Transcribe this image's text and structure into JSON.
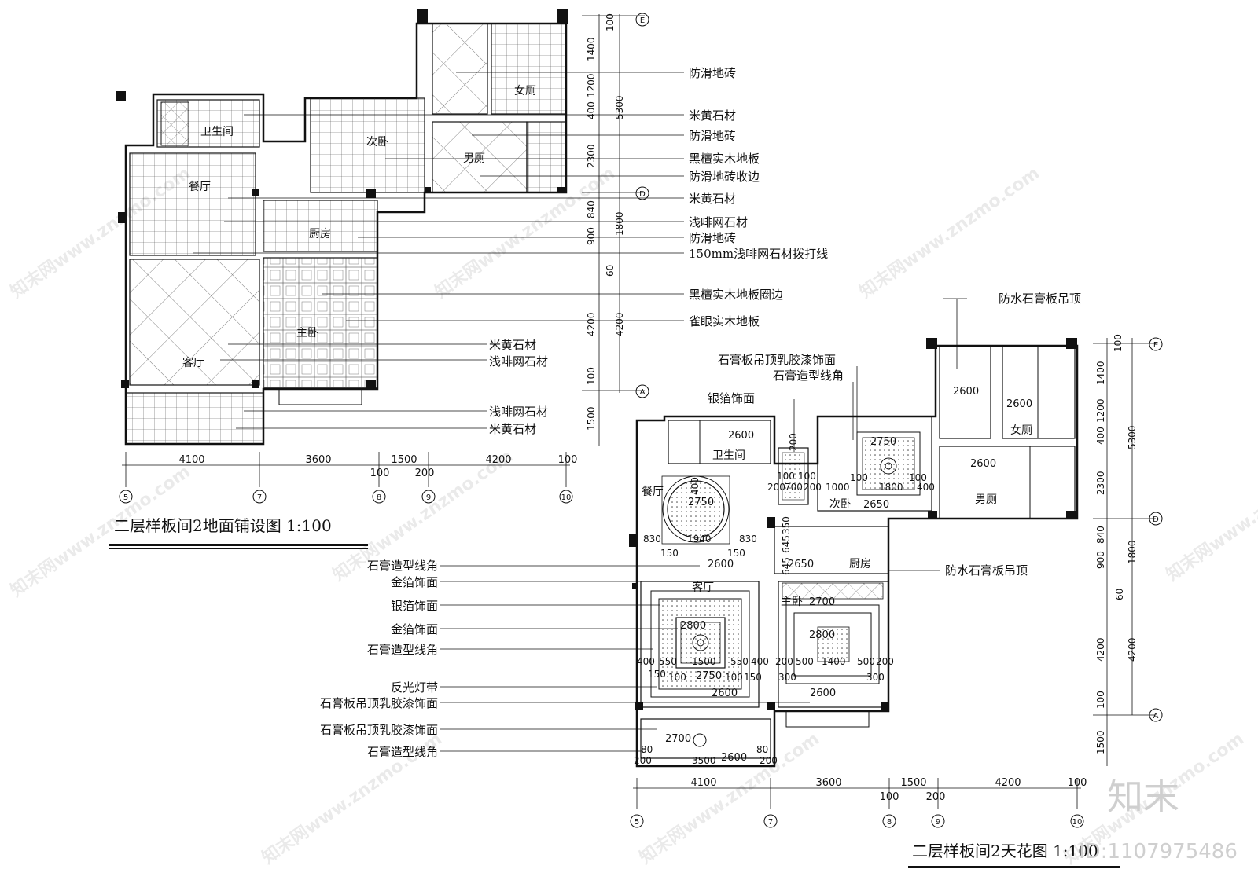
{
  "floor_plan": {
    "title": "二层样板间2地面铺设图  1:100",
    "rooms": {
      "bathroom": "卫生间",
      "second_bedroom": "次卧",
      "womens_wc": "女厕",
      "mens_wc": "男厕",
      "dining": "餐厅",
      "kitchen": "厨房",
      "master_bedroom": "主卧",
      "living": "客厅"
    },
    "callouts": [
      "防滑地砖",
      "米黄石材",
      "防滑地砖",
      "黑檀实木地板",
      "防滑地砖收边",
      "米黄石材",
      "浅啡网石材",
      "防滑地砖",
      "150mm浅啡网石材拨打线",
      "黑檀实木地板圈边",
      "雀眼实木地板",
      "米黄石材",
      "浅啡网石材",
      "浅啡网石材",
      "米黄石材"
    ],
    "dims_bottom": [
      "4100",
      "3600",
      "100",
      "1500",
      "200",
      "4200",
      "100"
    ],
    "dims_right_inner": [
      "100",
      "1400",
      "1200",
      "400",
      "2300",
      "840",
      "900",
      "60",
      "4200",
      "100",
      "1500"
    ],
    "dims_right_outer": [
      "5300",
      "1800",
      "4200"
    ],
    "axes_bottom": [
      "5",
      "7",
      "8",
      "9",
      "10"
    ],
    "axes_right": [
      "E",
      "D",
      "A"
    ]
  },
  "ceiling_plan": {
    "title": "二层样板间2天花图 1:100",
    "rooms": {
      "bathroom": "卫生间",
      "dining": "餐厅",
      "second_bedroom": "次卧",
      "living": "客厅",
      "kitchen": "厨房",
      "master_bedroom": "主卧",
      "womens_wc": "女厕",
      "mens_wc": "男厕"
    },
    "callouts_top": [
      "石膏板吊顶乳胶漆饰面",
      "石膏造型线角",
      "银箔饰面",
      "防水石膏板吊顶",
      "防水石膏板吊顶"
    ],
    "callouts_left": [
      "石膏造型线角",
      "金箔饰面",
      "银箔饰面",
      "金箔饰面",
      "石膏造型线角",
      "反光灯带",
      "石膏板吊顶乳胶漆饰面",
      "石膏板吊顶乳胶漆饰面",
      "石膏造型线角"
    ],
    "heights": [
      "2600",
      "2750",
      "2600",
      "2600",
      "2600",
      "2650",
      "2650",
      "2600",
      "2700",
      "2750",
      "2800",
      "2800",
      "2750",
      "2600",
      "2600",
      "2700",
      "2600"
    ],
    "dims_inner": [
      "200",
      "100",
      "100",
      "200",
      "700",
      "200",
      "1000",
      "100",
      "1800",
      "100",
      "400",
      "830",
      "1940",
      "830",
      "150",
      "150",
      "400",
      "645",
      "645",
      "350",
      "400",
      "550",
      "1500",
      "550",
      "400",
      "150",
      "100",
      "100",
      "150",
      "200",
      "500",
      "1400",
      "500",
      "200",
      "300",
      "300",
      "80",
      "80",
      "200",
      "3500",
      "200"
    ],
    "dims_bottom": [
      "4100",
      "3600",
      "100",
      "1500",
      "200",
      "4200",
      "100"
    ],
    "dims_right_inner": [
      "100",
      "1400",
      "1200",
      "400",
      "2300",
      "840",
      "900",
      "60",
      "4200",
      "100",
      "1500"
    ],
    "dims_right_outer": [
      "5300",
      "1800",
      "4200"
    ],
    "axes_bottom": [
      "5",
      "7",
      "8",
      "9",
      "10"
    ],
    "axes_right": [
      "E",
      "D",
      "A"
    ]
  },
  "watermark": {
    "logo_text": "知末",
    "id_text": "ID:1107975486",
    "site_text": "知末网www.znzmo.com"
  }
}
